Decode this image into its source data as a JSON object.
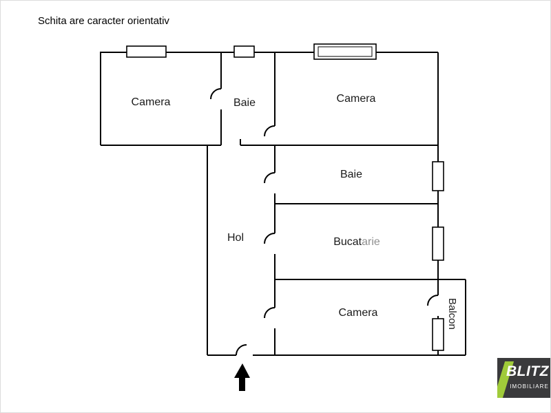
{
  "disclaimer": "Schita are caracter orientativ",
  "rooms": {
    "camera_top_left": {
      "label": "Camera"
    },
    "baie_top": {
      "label": "Baie"
    },
    "camera_top_right": {
      "label": "Camera"
    },
    "baie_right": {
      "label": "Baie"
    },
    "bucatarie": {
      "label_dark": "Bucat",
      "label_gray": "arie"
    },
    "hol": {
      "label": "Hol"
    },
    "camera_bottom": {
      "label": "Camera"
    },
    "balcon": {
      "label": "Balcon"
    }
  },
  "entrance": {
    "symbol": "arrow-up"
  },
  "logo": {
    "title": "BLITZ",
    "subtitle": "IMOBILIARE"
  },
  "colors": {
    "walls": "#000000",
    "background": "#ffffff",
    "label_text": "#1a1a1a",
    "bucatarie_gray_text": "#8f8f8f",
    "logo_background": "#3a3a3c",
    "logo_green": "#a0cb3a",
    "logo_text": "#ffffff"
  }
}
